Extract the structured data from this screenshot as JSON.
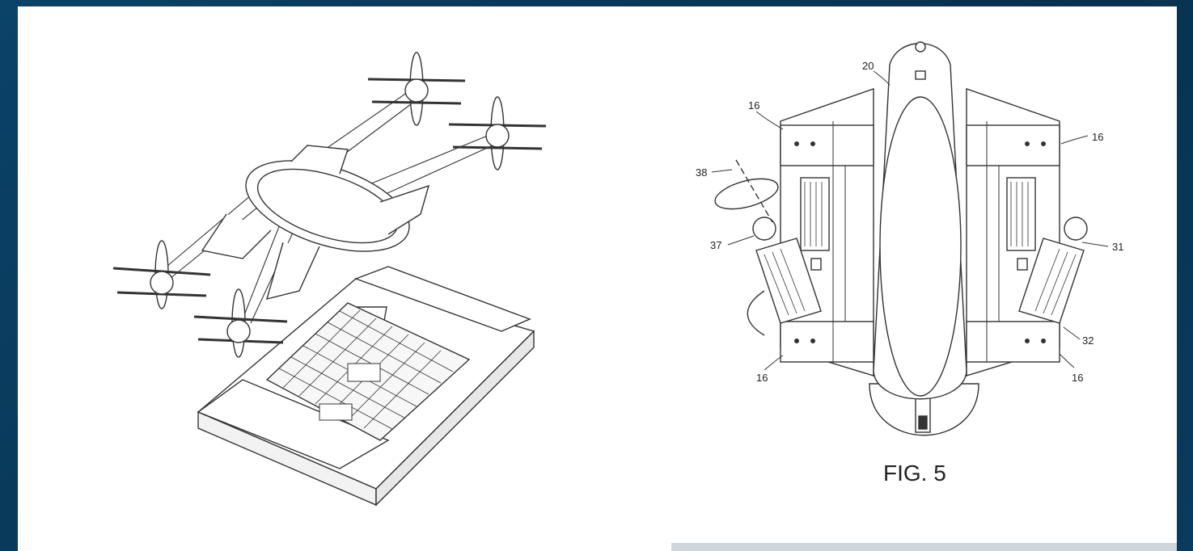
{
  "figure": {
    "caption": "FIG. 5",
    "labels": {
      "wing_tl": "16",
      "wing_tr": "16",
      "wing_bl": "16",
      "wing_br": "16",
      "fuselage": "20",
      "rotation_axis": "38",
      "pod_left": "37",
      "pod_right": "31",
      "hinge_right": "32"
    }
  }
}
